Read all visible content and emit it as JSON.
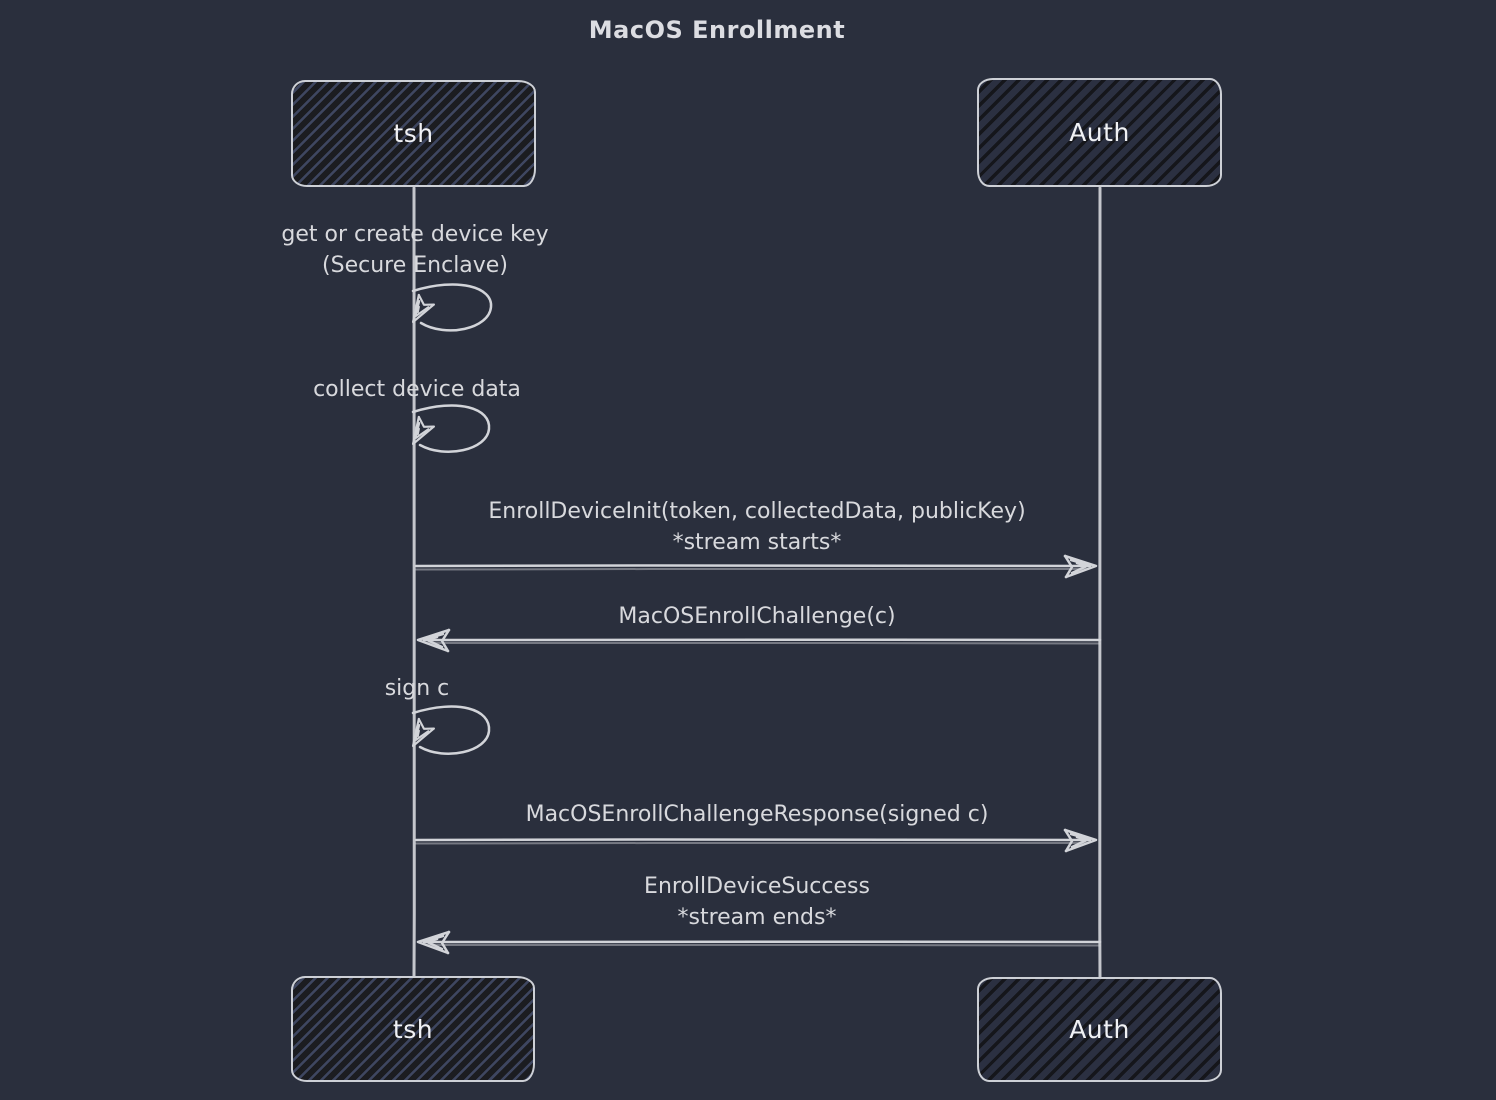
{
  "diagram": {
    "type": "sequence",
    "title": "MacOS Enrollment",
    "actors": [
      {
        "id": "tsh",
        "label": "tsh"
      },
      {
        "id": "auth",
        "label": "Auth"
      }
    ],
    "messages": [
      {
        "from": "tsh",
        "to": "tsh",
        "style": "self-loop",
        "label": "get or create device key\n(Secure Enclave)"
      },
      {
        "from": "tsh",
        "to": "tsh",
        "style": "self-loop",
        "label": "collect device data"
      },
      {
        "from": "tsh",
        "to": "auth",
        "style": "solid-arrow",
        "label": "EnrollDeviceInit(token, collectedData, publicKey)\n*stream starts*"
      },
      {
        "from": "auth",
        "to": "tsh",
        "style": "solid-arrow",
        "label": "MacOSEnrollChallenge(c)"
      },
      {
        "from": "tsh",
        "to": "tsh",
        "style": "self-loop",
        "label": "sign c"
      },
      {
        "from": "tsh",
        "to": "auth",
        "style": "solid-arrow",
        "label": "MacOSEnrollChallengeResponse(signed c)"
      },
      {
        "from": "auth",
        "to": "tsh",
        "style": "solid-arrow",
        "label": "EnrollDeviceSuccess\n*stream ends*"
      }
    ],
    "colors": {
      "background": "#2a2f3d",
      "line": "#d2d4d9",
      "text": "#d8d9dd",
      "actor_border": "#cdd0d6",
      "tsh_fill": "#1b1c20",
      "tsh_hatch": "#3e4660",
      "auth_fill": "#2b3041",
      "auth_hatch": "#15161b"
    }
  }
}
